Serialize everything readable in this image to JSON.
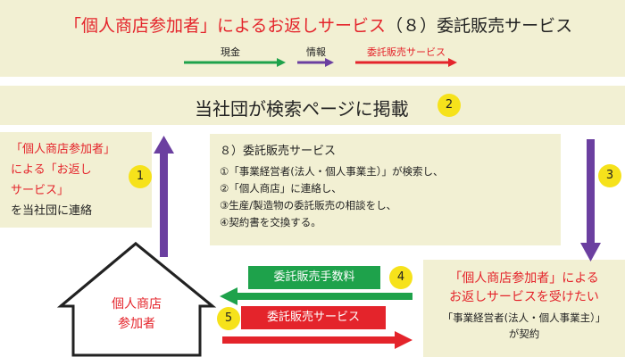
{
  "header": {
    "title_red": "「個人商店参加者」によるお返しサービス",
    "title_rest": "（８）委託販売サービス"
  },
  "legend": {
    "cash": "現金",
    "info": "情報",
    "consign": "委託販売サービス"
  },
  "banner": {
    "text": "当社団が検索ページに掲載",
    "step": "2"
  },
  "left": {
    "line1": "「個人商店参加者」",
    "line2": "による「お返し",
    "line3": "サービス」",
    "line4": "を当社団に連絡",
    "step": "1"
  },
  "middle": {
    "title": "８）委託販売サービス",
    "items": [
      "①「事業経営者(法人・個人事業主）」が検索し、",
      "②「個人商店」に連絡し、",
      "③生産/製造物の委託販売の相談をし、",
      "④契約書を交換する。"
    ]
  },
  "right_step": "3",
  "house": {
    "line1": "個人商店",
    "line2": "参加者"
  },
  "fee": {
    "label": "委託販売手数料",
    "step": "4"
  },
  "service": {
    "label": "委託販売サービス",
    "step": "5"
  },
  "bottom_right": {
    "line1": "「個人商店参加者」による",
    "line2": "お返しサービスを受けたい",
    "line3": "「事業経営者(法人・個人事業主）」",
    "line4": "が契約"
  },
  "colors": {
    "cash": "#1ea24b",
    "info": "#6b3fa0",
    "consign": "#e4242b",
    "panel": "#f2f0d3",
    "step": "#f6e21b"
  }
}
